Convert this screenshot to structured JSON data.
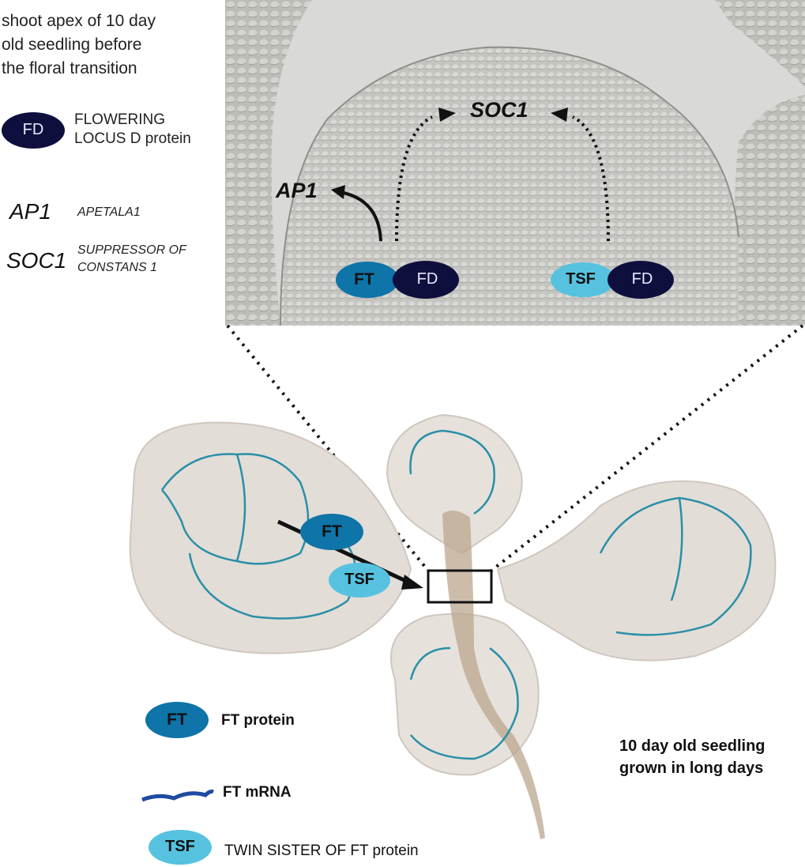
{
  "apex_caption": {
    "line1": "shoot apex of 10 day",
    "line2": "old seedling before",
    "line3": "the floral transition"
  },
  "legend_top": {
    "fd_badge": "FD",
    "fd_name_line1": "FLOWERING",
    "fd_name_line2": "LOCUS D protein",
    "ap1_symbol": "AP1",
    "ap1_name": "APETALA1",
    "soc1_symbol": "SOC1",
    "soc1_name_line1": "SUPPRESSOR OF",
    "soc1_name_line2": "CONSTANS 1"
  },
  "apex_panel": {
    "soc1_label": "SOC1",
    "ap1_label": "AP1",
    "left_complex": {
      "ft": "FT",
      "fd": "FD"
    },
    "right_complex": {
      "tsf": "TSF",
      "fd": "FD"
    }
  },
  "seedling": {
    "ft_badge": "FT",
    "tsf_badge": "TSF",
    "caption_line1": "10 day old seedling",
    "caption_line2": "grown in long days"
  },
  "legend_bottom": {
    "ft_badge": "FT",
    "ft_label": "FT protein",
    "mrna_label": "FT mRNA",
    "tsf_badge": "TSF",
    "tsf_label": "TWIN SISTER OF FT protein"
  },
  "colors": {
    "fd": "#0f0f3e",
    "ft": "#0f74a8",
    "tsf": "#56c2e0",
    "vein": "#2a8fa8",
    "leaf": "#e6dfd8"
  }
}
